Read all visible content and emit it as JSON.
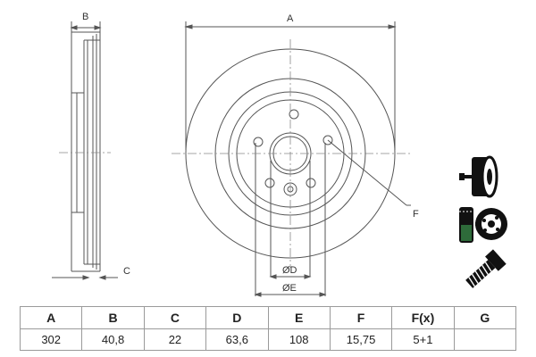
{
  "labels": {
    "A": "A",
    "B": "B",
    "C": "C",
    "D": "ØD",
    "E": "ØE",
    "F": "F"
  },
  "table": {
    "headers": [
      "A",
      "B",
      "C",
      "D",
      "E",
      "F",
      "F(x)",
      "G"
    ],
    "values": [
      "302",
      "40,8",
      "22",
      "63,6",
      "108",
      "15,75",
      "5+1",
      ""
    ]
  },
  "colors": {
    "line": "#555555",
    "center_line": "#888888",
    "icon": "#111111",
    "icon_accent": "#2e6b3a"
  },
  "icons": [
    "brake-disc-inspection-icon",
    "measuring-gauge-icon",
    "mounting-screw-icon"
  ]
}
